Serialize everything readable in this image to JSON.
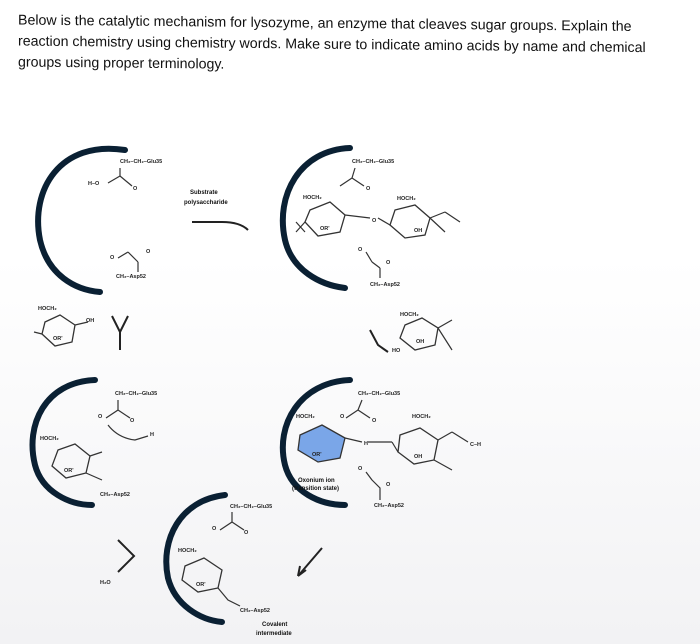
{
  "question": {
    "line1": "Below is the catalytic mechanism for lysozyme, an enzyme that cleaves sugar groups. Explain the",
    "line2": "reaction chemistry using chemistry words. Make sure to indicate amino acids by name and chemical",
    "line3": "groups using proper terminology."
  },
  "labels": {
    "glu35_a": "CH₂–CH₂–Glu35",
    "ho_a": "H–O",
    "asp52_a": "CH₂–Asp52",
    "substrate": "Substrate",
    "polysaccharide": "polysaccharide",
    "glu35_b": "CH₂–CH₂–Glu35",
    "hoch2_b1": "HOCH₂",
    "hoch2_b2": "HOCH₂",
    "asp52_b": "CH₂–Asp52",
    "hoch2_c": "HOCH₂",
    "hoch2_d": "HOCH₂",
    "glu35_e": "CH₂–CH₂–Glu35",
    "hoch2_e": "HOCH₂",
    "asp52_e": "CH₂–Asp52",
    "glu35_f": "CH₂–CH₂–Glu35",
    "hoch2_f1": "HOCH₂",
    "hoch2_f2": "HOCH₂",
    "oxonium1": "Oxonium ion",
    "oxonium2": "(transition state)",
    "asp52_f": "CH₂–Asp52",
    "glu35_g": "CH₂–CH₂–Glu35",
    "hoch2_g": "HOCH₂",
    "asp52_g": "CH₂–Asp52",
    "covalent1": "Covalent",
    "covalent2": "intermediate",
    "h2o": "H₂O",
    "ch": "C–H"
  },
  "colors": {
    "enzyme": "#0a2033",
    "oxonium_fill": "#7aa6e8"
  }
}
